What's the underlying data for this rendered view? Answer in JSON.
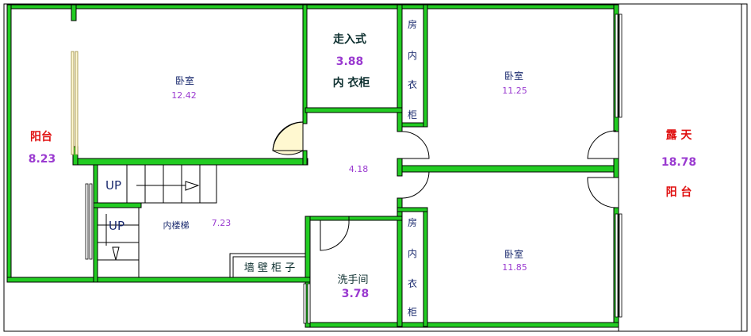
{
  "rooms": {
    "bedroom_left": {
      "name": "卧室",
      "area": "12.42"
    },
    "walkin_closet": {
      "name_line1": "走入式",
      "area": "3.88",
      "name_line2": "内 衣柜"
    },
    "bedroom_top_right": {
      "name": "卧室",
      "area": "11.25"
    },
    "bedroom_bottom_right": {
      "name": "卧室",
      "area": "11.85"
    },
    "hall": {
      "area": "4.18"
    },
    "balcony_left": {
      "name": "阳台",
      "area": "8.23"
    },
    "terrace": {
      "name_line1": "露  天",
      "area": "18.78",
      "name_line2": "阳  台"
    },
    "stairs": {
      "name": "内楼梯",
      "area": "7.23",
      "up_label_1": "UP",
      "up_label_2": "UP"
    },
    "bathroom": {
      "name": "洗手间",
      "area": "3.78"
    },
    "wall_cabinet": {
      "name": "墙 壁 柜 子"
    },
    "closet_top": {
      "chars": [
        "房",
        "内",
        "衣",
        "柜"
      ]
    },
    "closet_bottom": {
      "chars": [
        "房",
        "内",
        "衣",
        "柜"
      ]
    }
  },
  "colors": {
    "wall": "#22cc22",
    "navy_text": "#1a2a6e",
    "red_text": "#e01010",
    "purple_numbers": "#9a3ad0"
  }
}
